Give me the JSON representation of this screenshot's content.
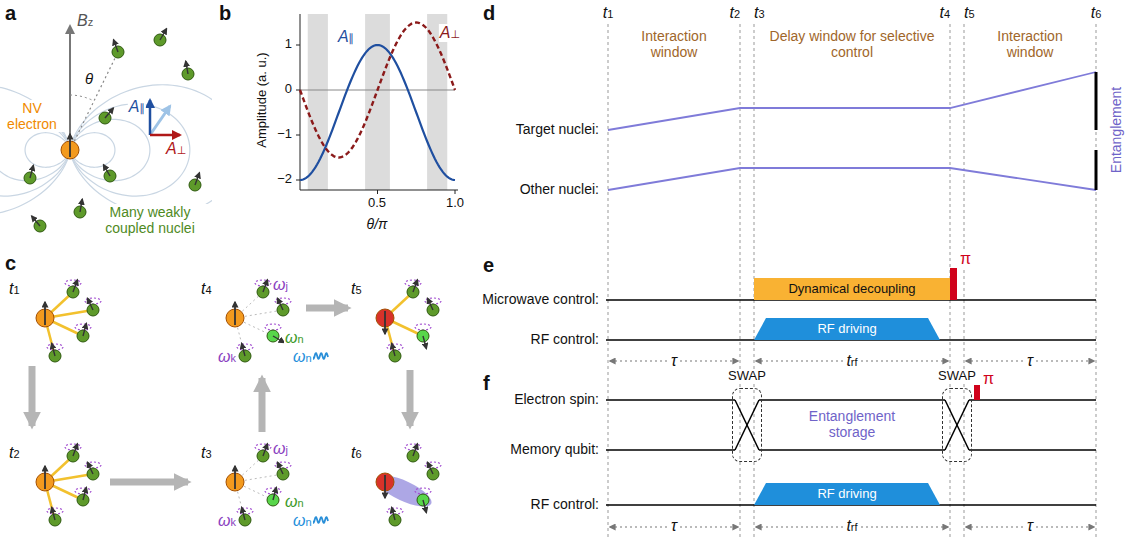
{
  "diagram": {
    "nodes": [
      {
        "text": [
          "Dynamical decoupling"
        ]
      },
      {
        "text": [
          "RF driving"
        ]
      },
      {
        "text": [
          "SWAP"
        ]
      },
      {
        "text": [
          "SWAP"
        ]
      },
      {
        "text": [
          "RF driving"
        ]
      }
    ],
    "labels": [
      "a",
      "Bz",
      "θ",
      "NV electron",
      "A∥",
      "A⊥",
      "Many weakly coupled nuclei",
      "b",
      "A∥",
      "A⊥",
      "Amplitude (a. u.)",
      "1",
      "0",
      "−1",
      "−2",
      "0.5",
      "1.0",
      "θ/π",
      "c",
      "t1",
      "t4",
      "t5",
      "t2",
      "t3",
      "t6",
      "ωj",
      "ωk",
      "ωn",
      "ωn",
      "ωj",
      "ωk",
      "ωn",
      "ωn",
      "d",
      "t1",
      "t2",
      "t3",
      "t4",
      "t5",
      "t6",
      "Interaction window",
      "Delay window for selective control",
      "Interaction window",
      "Target nuclei:",
      "Other nuclei:",
      "Entanglement",
      "e",
      "Microwave control:",
      "π",
      "RF control:",
      "τ",
      "trf",
      "τ",
      "f",
      "Electron spin:",
      "Memory qubit:",
      "Entanglement storage",
      "π",
      "RF control:",
      "τ",
      "trf",
      "τ"
    ]
  }
}
